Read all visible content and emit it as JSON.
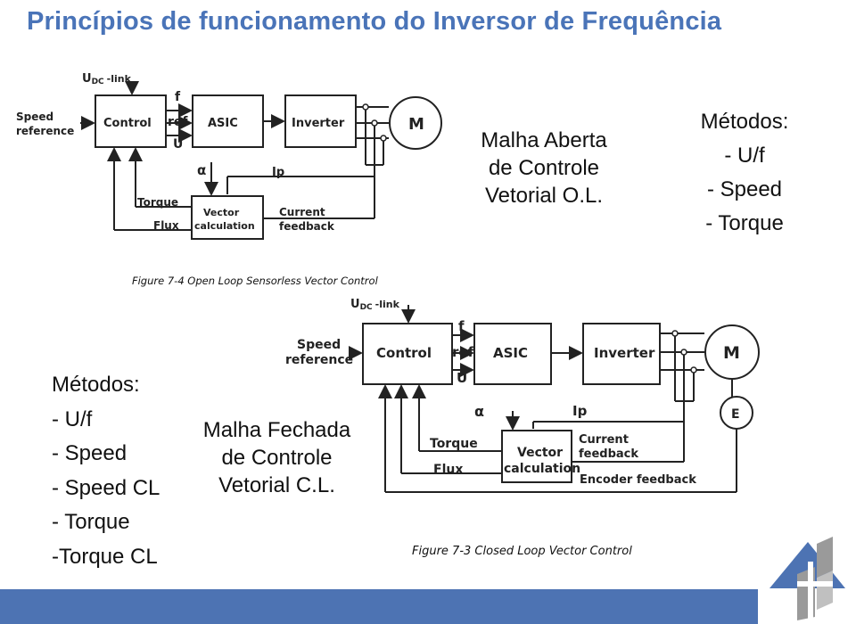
{
  "title": "Princípios de funcionamento do Inversor de Frequência",
  "top_note": [
    "Malha Aberta",
    "de Controle",
    "Vetorial O.L."
  ],
  "top_methods": [
    "Métodos:",
    "- U/f",
    "- Speed",
    "- Torque"
  ],
  "bottom_note": [
    "Malha Fechada",
    "de Controle",
    "Vetorial C.L."
  ],
  "bottom_methods": [
    "Métodos:",
    "- U/f",
    "- Speed",
    "- Speed CL",
    "- Torque",
    "-Torque CL"
  ],
  "diagram_ol": {
    "udc": "U",
    "udc_sub": "DC",
    "udc_suffix": "-link",
    "speed_ref": [
      "Speed",
      "reference"
    ],
    "control": "Control",
    "asic": "ASIC",
    "inverter": "Inverter",
    "motor": "M",
    "f": "f",
    "ref": "ref",
    "u": "U",
    "alpha": "α",
    "ip": "Ip",
    "torque": "Torque",
    "flux": "Flux",
    "vector_calc": [
      "Vector",
      "calculation"
    ],
    "current_fb": [
      "Current",
      "feedback"
    ],
    "caption": "Figure 7-4 Open Loop Sensorless Vector Control"
  },
  "diagram_cl": {
    "udc": "U",
    "udc_sub": "DC",
    "udc_suffix": "-link",
    "speed_ref": [
      "Speed",
      "reference"
    ],
    "control": "Control",
    "asic": "ASIC",
    "inverter": "Inverter",
    "motor": "M",
    "encoder": "E",
    "f": "f",
    "ref": "ref",
    "u": "U",
    "alpha": "α",
    "ip": "Ip",
    "torque": "Torque",
    "flux": "Flux",
    "vector_calc": [
      "Vector",
      "calculation"
    ],
    "current_fb": [
      "Current",
      "feedback"
    ],
    "encoder_fb": "Encoder feedback",
    "caption": "Figure 7-3 Closed Loop Vector Control"
  },
  "colors": {
    "title": "#4a74b8",
    "bar": "#4d73b3",
    "logo_blue": "#4d73b3",
    "logo_gray": "#9a9a9a"
  }
}
